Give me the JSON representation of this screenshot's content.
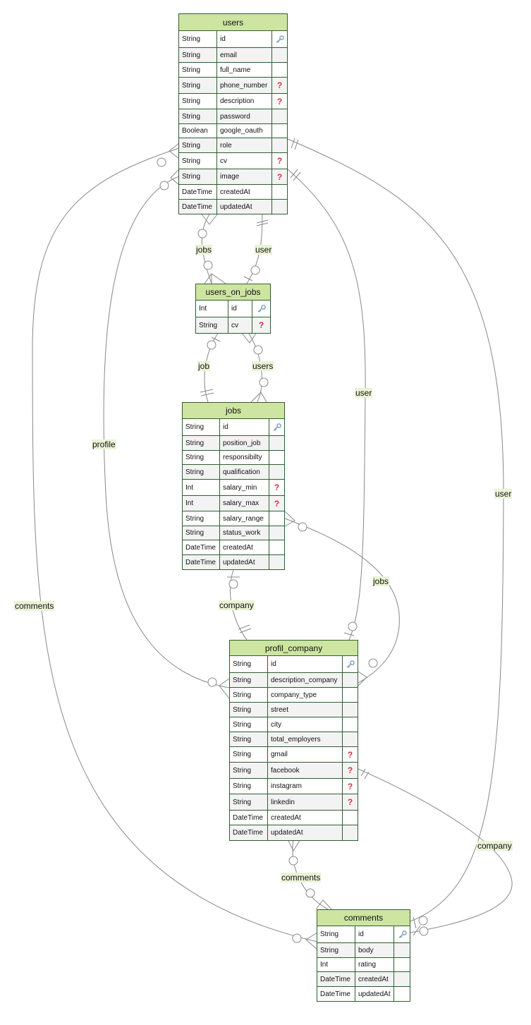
{
  "icons": {
    "primary_key": "key-icon",
    "optional": "question-icon"
  },
  "colors": {
    "header_fill": "#cde5a0",
    "border": "#2e5e2e",
    "optional_mark": "#e0303a",
    "label_bg": "#e9f3d6",
    "edge": "#888888"
  },
  "entities": [
    {
      "id": "users",
      "name": "users",
      "attrs": [
        {
          "type": "String",
          "name": "id",
          "mark": "pk"
        },
        {
          "type": "String",
          "name": "email",
          "mark": ""
        },
        {
          "type": "String",
          "name": "full_name",
          "mark": ""
        },
        {
          "type": "String",
          "name": "phone_number",
          "mark": "?"
        },
        {
          "type": "String",
          "name": "description",
          "mark": "?"
        },
        {
          "type": "String",
          "name": "password",
          "mark": ""
        },
        {
          "type": "Boolean",
          "name": "google_oauth",
          "mark": ""
        },
        {
          "type": "String",
          "name": "role",
          "mark": ""
        },
        {
          "type": "String",
          "name": "cv",
          "mark": "?"
        },
        {
          "type": "String",
          "name": "image",
          "mark": "?"
        },
        {
          "type": "DateTime",
          "name": "createdAt",
          "mark": ""
        },
        {
          "type": "DateTime",
          "name": "updatedAt",
          "mark": ""
        }
      ]
    },
    {
      "id": "users_on_jobs",
      "name": "users_on_jobs",
      "attrs": [
        {
          "type": "Int",
          "name": "id",
          "mark": "pk"
        },
        {
          "type": "String",
          "name": "cv",
          "mark": "?"
        }
      ]
    },
    {
      "id": "jobs",
      "name": "jobs",
      "attrs": [
        {
          "type": "String",
          "name": "id",
          "mark": "pk"
        },
        {
          "type": "String",
          "name": "position_job",
          "mark": ""
        },
        {
          "type": "String",
          "name": "responsibilty",
          "mark": ""
        },
        {
          "type": "String",
          "name": "qualification",
          "mark": ""
        },
        {
          "type": "Int",
          "name": "salary_min",
          "mark": "?"
        },
        {
          "type": "Int",
          "name": "salary_max",
          "mark": "?"
        },
        {
          "type": "String",
          "name": "salary_range",
          "mark": ""
        },
        {
          "type": "String",
          "name": "status_work",
          "mark": ""
        },
        {
          "type": "DateTime",
          "name": "createdAt",
          "mark": ""
        },
        {
          "type": "DateTime",
          "name": "updatedAt",
          "mark": ""
        }
      ]
    },
    {
      "id": "profil_company",
      "name": "profil_company",
      "attrs": [
        {
          "type": "String",
          "name": "id",
          "mark": "pk"
        },
        {
          "type": "String",
          "name": "description_company",
          "mark": ""
        },
        {
          "type": "String",
          "name": "company_type",
          "mark": ""
        },
        {
          "type": "String",
          "name": "street",
          "mark": ""
        },
        {
          "type": "String",
          "name": "city",
          "mark": ""
        },
        {
          "type": "String",
          "name": "total_employers",
          "mark": ""
        },
        {
          "type": "String",
          "name": "gmail",
          "mark": "?"
        },
        {
          "type": "String",
          "name": "facebook",
          "mark": "?"
        },
        {
          "type": "String",
          "name": "instagram",
          "mark": "?"
        },
        {
          "type": "String",
          "name": "linkedin",
          "mark": "?"
        },
        {
          "type": "DateTime",
          "name": "createdAt",
          "mark": ""
        },
        {
          "type": "DateTime",
          "name": "updatedAt",
          "mark": ""
        }
      ]
    },
    {
      "id": "comments",
      "name": "comments",
      "attrs": [
        {
          "type": "String",
          "name": "id",
          "mark": "pk"
        },
        {
          "type": "String",
          "name": "body",
          "mark": ""
        },
        {
          "type": "Int",
          "name": "rating",
          "mark": ""
        },
        {
          "type": "DateTime",
          "name": "createdAt",
          "mark": ""
        },
        {
          "type": "DateTime",
          "name": "updatedAt",
          "mark": ""
        }
      ]
    }
  ],
  "relationships": [
    {
      "id": "users-jobs",
      "label": "jobs"
    },
    {
      "id": "users-user",
      "label": "user"
    },
    {
      "id": "uoj-job",
      "label": "job"
    },
    {
      "id": "uoj-users",
      "label": "users"
    },
    {
      "id": "users-profile",
      "label": "profile"
    },
    {
      "id": "profile-user",
      "label": "user"
    },
    {
      "id": "comments-user",
      "label": "user"
    },
    {
      "id": "users-comments",
      "label": "comments"
    },
    {
      "id": "jobs-company",
      "label": "company"
    },
    {
      "id": "company-jobs",
      "label": "jobs"
    },
    {
      "id": "company-comments",
      "label": "comments"
    },
    {
      "id": "comments-company",
      "label": "company"
    }
  ]
}
